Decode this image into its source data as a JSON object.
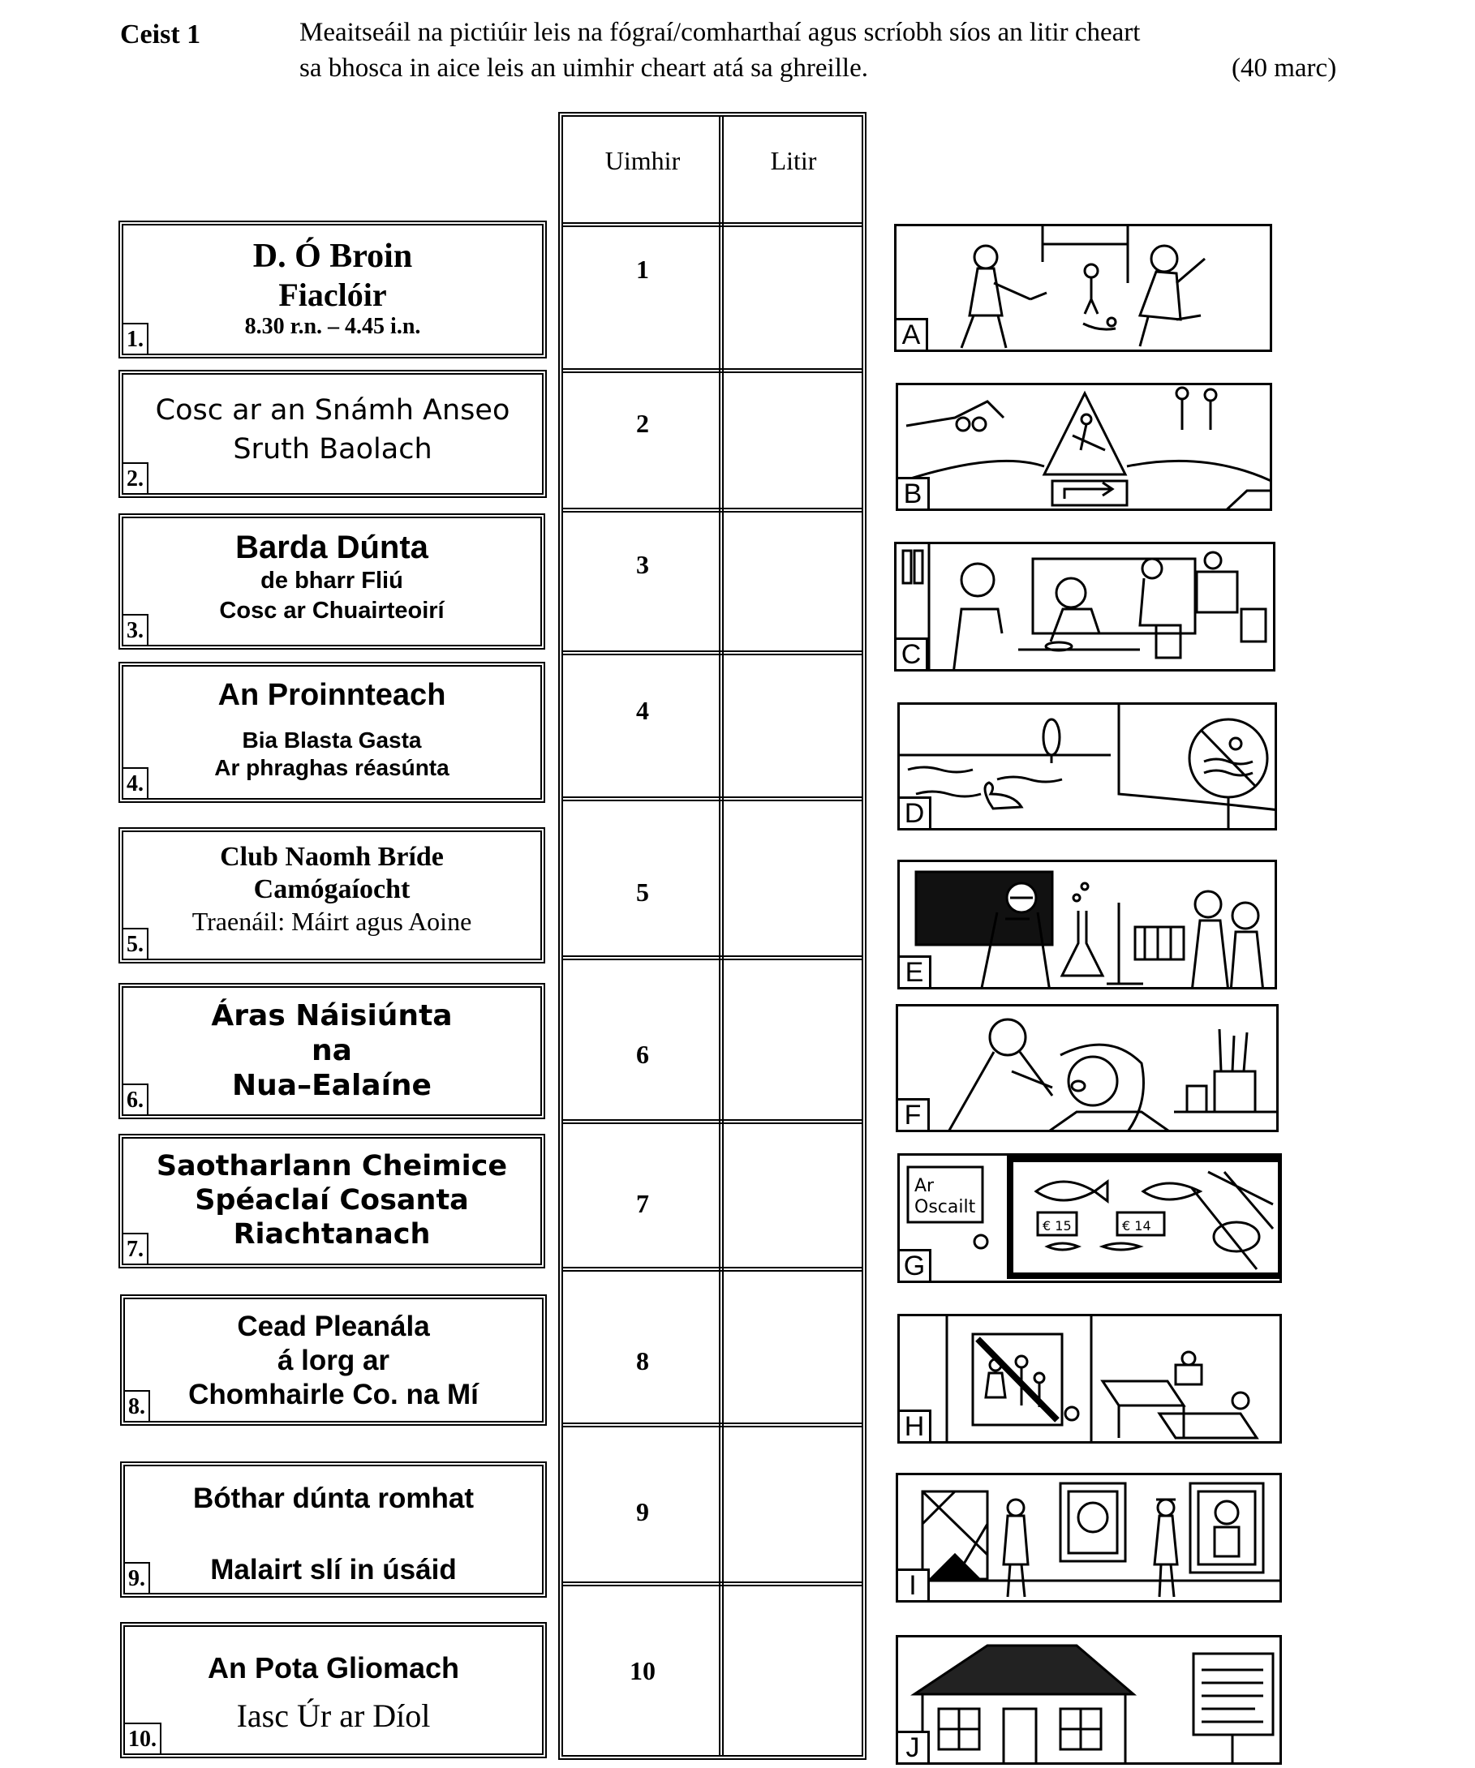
{
  "question": {
    "label": "Ceist 1",
    "instruction_line1": "Meaitseáil na pictiúir leis na fógraí/comharthaí agus scríobh síos an litir cheart",
    "instruction_line2": "sa bhosca in aice leis an uimhir cheart atá sa ghreille.",
    "marks": "(40 marc)"
  },
  "signs": [
    {
      "num": "1.",
      "lines": [
        "D. Ó Broin",
        "Fiaclóir",
        "8.30 r.n. – 4.45 i.n."
      ]
    },
    {
      "num": "2.",
      "lines": [
        "Cosc ar an Snámh Anseo",
        "Sruth Baolach"
      ]
    },
    {
      "num": "3.",
      "lines": [
        "Barda Dúnta",
        "de bharr Fliú",
        "Cosc ar Chuairteoirí"
      ]
    },
    {
      "num": "4.",
      "lines": [
        "An Proinnteach",
        "Bia Blasta Gasta",
        "Ar phraghas réasúnta"
      ]
    },
    {
      "num": "5.",
      "lines": [
        "Club Naomh Bríde",
        "Camógaíocht",
        "Traenáil: Máirt agus Aoine"
      ]
    },
    {
      "num": "6.",
      "lines": [
        "Áras Náisiúnta",
        "na",
        "Nua–Ealaíne"
      ]
    },
    {
      "num": "7.",
      "lines": [
        "Saotharlann Cheimice",
        "Spéaclaí Cosanta",
        "Riachtanach"
      ]
    },
    {
      "num": "8.",
      "lines": [
        "Cead Pleanála",
        "á lorg ar",
        "Chomhairle Co. na Mí"
      ]
    },
    {
      "num": "9.",
      "lines": [
        "Bóthar dúnta romhat",
        "Malairt slí in úsáid"
      ]
    },
    {
      "num": "10.",
      "lines": [
        "An Pota Gliomach",
        "Iasc Úr ar Díol"
      ]
    }
  ],
  "grid": {
    "col_number": "Uimhir",
    "col_letter": "Litir",
    "rows": [
      "1",
      "2",
      "3",
      "4",
      "5",
      "6",
      "7",
      "8",
      "9",
      "10"
    ],
    "letters": [
      "",
      "",
      "",
      "",
      "",
      "",
      "",
      "",
      "",
      ""
    ]
  },
  "pictures": [
    {
      "letter": "A",
      "subject": "camogie-players"
    },
    {
      "letter": "B",
      "subject": "roadworks-sign"
    },
    {
      "letter": "C",
      "subject": "restaurant"
    },
    {
      "letter": "D",
      "subject": "no-swimming-lake"
    },
    {
      "letter": "E",
      "subject": "chemistry-lab"
    },
    {
      "letter": "F",
      "subject": "dentist"
    },
    {
      "letter": "G",
      "subject": "fish-shop",
      "texts": [
        "Ar",
        "Oscailt",
        "€ 15",
        "€ 14"
      ]
    },
    {
      "letter": "H",
      "subject": "hospital-ward"
    },
    {
      "letter": "I",
      "subject": "art-gallery"
    },
    {
      "letter": "J",
      "subject": "house-planning-notice"
    }
  ]
}
